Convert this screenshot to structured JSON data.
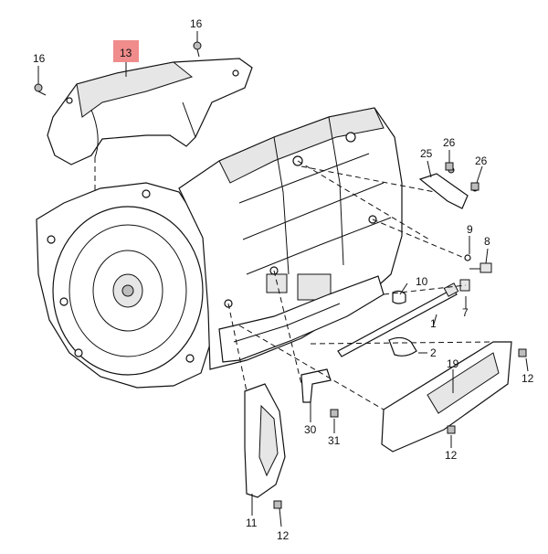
{
  "highlight_color": "#f08c8c",
  "callouts": [
    {
      "id": "c16a",
      "text": "16"
    },
    {
      "id": "c16b",
      "text": "16"
    },
    {
      "id": "c13",
      "text": "13",
      "highlighted": true
    },
    {
      "id": "c25",
      "text": "25"
    },
    {
      "id": "c26a",
      "text": "26"
    },
    {
      "id": "c26b",
      "text": "26"
    },
    {
      "id": "c9",
      "text": "9"
    },
    {
      "id": "c8",
      "text": "8"
    },
    {
      "id": "c10",
      "text": "10"
    },
    {
      "id": "c7",
      "text": "7"
    },
    {
      "id": "c1",
      "text": "1"
    },
    {
      "id": "c2",
      "text": "2"
    },
    {
      "id": "c19",
      "text": "19"
    },
    {
      "id": "c12a",
      "text": "12"
    },
    {
      "id": "c12b",
      "text": "12"
    },
    {
      "id": "c30",
      "text": "30"
    },
    {
      "id": "c31",
      "text": "31"
    },
    {
      "id": "c11",
      "text": "11"
    },
    {
      "id": "c12c",
      "text": "12"
    }
  ]
}
